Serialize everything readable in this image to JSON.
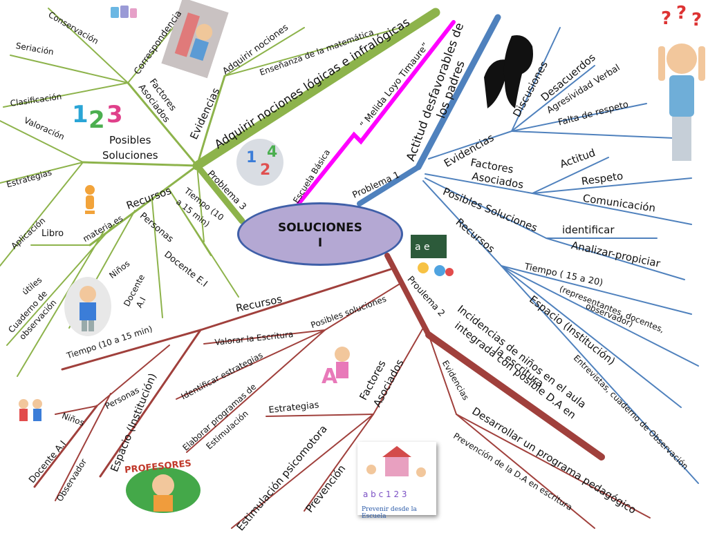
{
  "center": {
    "line1": "SOLUCIONES",
    "line2": "I"
  },
  "problema3": {
    "label": "Problema 3",
    "title": "Adquirir nociones lógicas e infralógicas",
    "evidencias": "Evidencias",
    "adquirir_nociones": "Adquirir nociones",
    "ensenanza": "Enseñanza de la matemática",
    "factores": "Factores",
    "asociados": "Asociados",
    "correspondencia": "Correspondencia",
    "conservacion": "Conservación",
    "seriacion": "Seriación",
    "clasificacion": "Clasificación",
    "posibles": "Posibles",
    "soluciones": "Soluciones",
    "valoracion": "Valoración",
    "estrategias": "Estrategias",
    "aplicacion": "Aplicación",
    "recursos": "Recursos",
    "libro": "Libro",
    "materiales": "materia.es",
    "personas": "Personas",
    "docente_ei": "Docente E.I",
    "ninos": "Niños",
    "docente_ai_1": "Docente",
    "docente_ai_2": "A.I",
    "tiempo_short_1": "Tiempo (10",
    "tiempo_short_2": "a 15 min)",
    "tiempo_long": "Tiempo (10 a 15 min)",
    "utiles": "útiles",
    "cuaderno_1": "Cuaderno de",
    "cuaderno_2": "observación"
  },
  "escuela": {
    "label": "Escuela Básica",
    "name": "“ Melida Loyo Timaure”"
  },
  "problema1": {
    "label": "Problema 1",
    "title_1": "Actitud desfavorables de",
    "title_2": "los padres",
    "evidencias": "Evidencias",
    "discusiones": "Discusiones",
    "desacuerdos": "Desacuerdos",
    "agresividad": "Agresividad  Verbal",
    "falta": "Falta de  respeto",
    "factores": "Factores",
    "asociados": "Asociados",
    "actitud": "Actitud",
    "respeto": "Respeto",
    "comunicacion": "Comunicación",
    "posibles": "Posibles Soluciones",
    "identificar": "identificar",
    "analizar": "Analizar-propiciar",
    "recursos": "Recursos",
    "tiempo": "Tiempo ( 15 a 20)",
    "representantes_1": "(representantes, docentes,",
    "representantes_2": "observador)",
    "espacio": "Espacio (Institución)",
    "entrevistas": "Entrevistas, cuaderno de Observación"
  },
  "problema2": {
    "label": "Proulema 2",
    "title_1": "Incidencias de niños en el aula",
    "title_2": "integrada con posible D.A en",
    "title_3": "la escritura",
    "evidencias": "Evidencias",
    "desarrollar": "Desarrollar un programa pedagógico",
    "prevencion_da": "Prevención de la D.A en escritura",
    "factores": "Factores",
    "asociados": "Asociados",
    "estrategias": "Estrategias",
    "estimulacion": "Estimulación psicomotora",
    "prevencion": "Prevención",
    "posibles": "Posibles soluciones",
    "valorar": "Valorar la Escritura",
    "identificar": "Identificar estrategias",
    "elaborar_1": "Elaborar programas de",
    "elaborar_2": "Estimulación",
    "recursos": "Recursos",
    "personas": "Personas",
    "ninos": "Niños",
    "docente_ai": "Docente A.I",
    "observador": "Observador",
    "espacio": "Espacio (Institución)"
  },
  "images": {
    "profesores_label": "PROFESORES",
    "prevenir_label": "Prevenir desde la Escuela"
  },
  "colors": {
    "green": "#8db34b",
    "green_dark": "#7a9e3e",
    "blue": "#4f81bd",
    "blue_light": "#6f96cc",
    "red": "#a0403c",
    "red_dark": "#8b2f2c",
    "magenta": "#ff00ff",
    "oval_fill": "#b4a8d3",
    "oval_border": "#3f5fa8"
  }
}
